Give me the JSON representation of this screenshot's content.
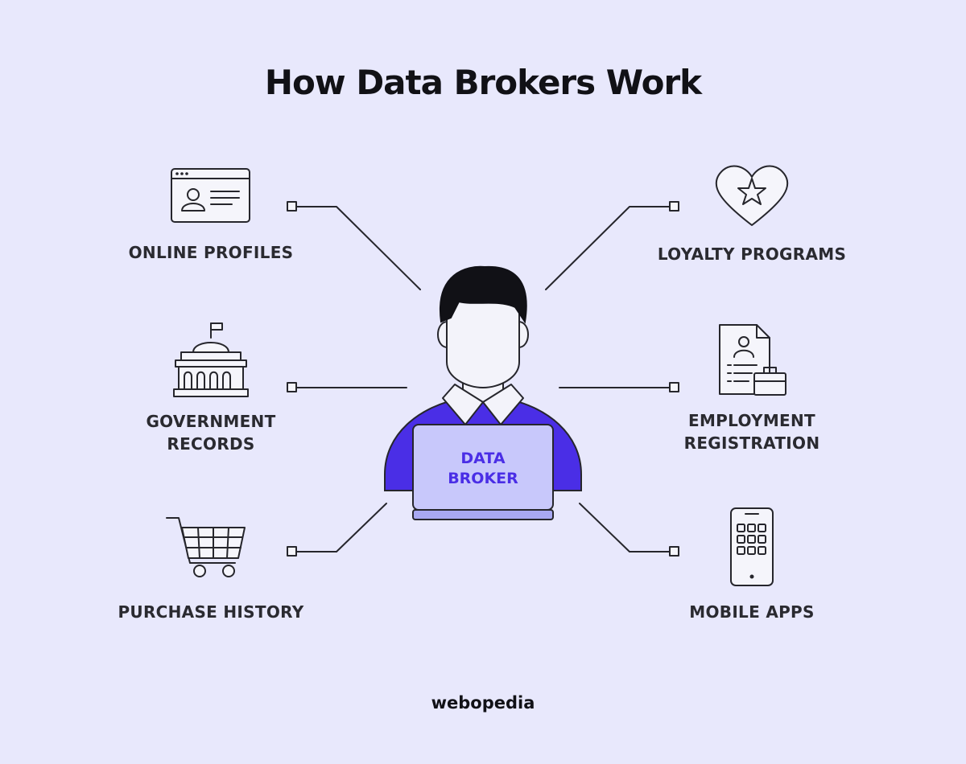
{
  "title": "How Data Brokers Work",
  "center_label": {
    "line1": "DATA",
    "line2": "BROKER"
  },
  "sources": [
    {
      "id": "online-profiles",
      "label": "ONLINE PROFILES",
      "icon": "profile-window-icon"
    },
    {
      "id": "government-records",
      "label_line1": "GOVERNMENT",
      "label_line2": "RECORDS",
      "icon": "government-building-icon"
    },
    {
      "id": "purchase-history",
      "label": "PURCHASE HISTORY",
      "icon": "shopping-cart-icon"
    },
    {
      "id": "loyalty-programs",
      "label": "LOYALTY PROGRAMS",
      "icon": "heart-star-icon"
    },
    {
      "id": "employment-registration",
      "label_line1": "EMPLOYMENT",
      "label_line2": "REGISTRATION",
      "icon": "resume-briefcase-icon"
    },
    {
      "id": "mobile-apps",
      "label": "MOBILE APPS",
      "icon": "mobile-phone-icon"
    }
  ],
  "brand": "webopedia",
  "colors": {
    "background": "#e8e8fc",
    "shirt": "#4a2ee6",
    "laptop": "#c8c8fb",
    "center_text": "#4a2ee6",
    "line": "#26262c"
  }
}
